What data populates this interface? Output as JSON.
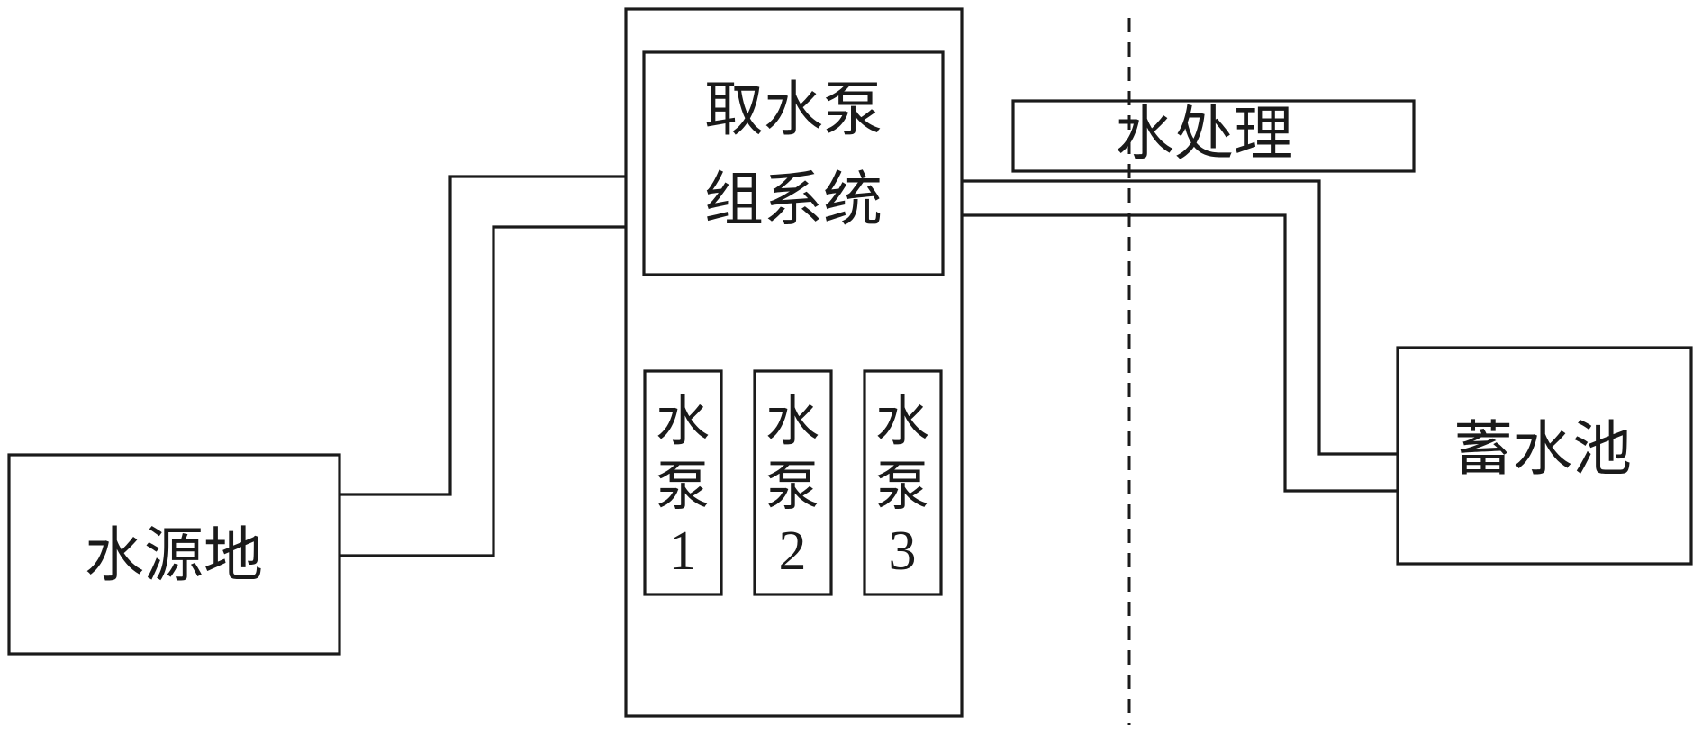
{
  "diagram": {
    "water_source": "水源地",
    "pump_group": {
      "line1": "取水泵",
      "line2": "组系统"
    },
    "pumps": [
      {
        "line1": "水",
        "line2": "泵",
        "number": "1"
      },
      {
        "line1": "水",
        "line2": "泵",
        "number": "2"
      },
      {
        "line1": "水",
        "line2": "泵",
        "number": "3"
      }
    ],
    "water_treatment": "水处理",
    "reservoir": "蓄水池"
  }
}
